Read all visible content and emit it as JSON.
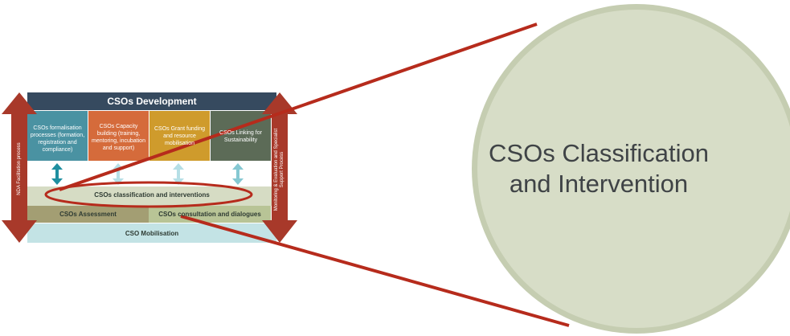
{
  "diagram": {
    "top_bar": "CSOs Development",
    "boxes": [
      "CSOs formalisation processes (formation, registration and compliance)",
      "CSOs Capacity building (training, mentoring, incubation and support)",
      "CSOs Grant funding and resource mobilisation",
      "CSOs Linking for Sustainability"
    ],
    "classification_bar": "CSOs classification and interventions",
    "assessment": "CSOs Assessment",
    "consultation": "CSOs consultation and dialogues",
    "mobilisation": "CSO Mobilisation",
    "left_side_label": "NDA Facilitation process",
    "right_side_label": "Monitoring & Evaluation and Specialist Support Process"
  },
  "zoom": {
    "title": "CSOs Classification and Intervention"
  },
  "colors": {
    "header": "#364a5f",
    "teal": "#4a92a2",
    "orange": "#d56b3b",
    "gold": "#cf9b2c",
    "olive": "#5c6b57",
    "light_green": "#d6dcc4",
    "assessment_green": "#a39e73",
    "consultation_green": "#b8c496",
    "mobilisation_blue": "#c3e3e5",
    "arrow_red": "#a8392a",
    "highlight_red": "#b62b1c",
    "circle_fill": "#d7ddc7",
    "circle_border": "#c4ccaf"
  }
}
